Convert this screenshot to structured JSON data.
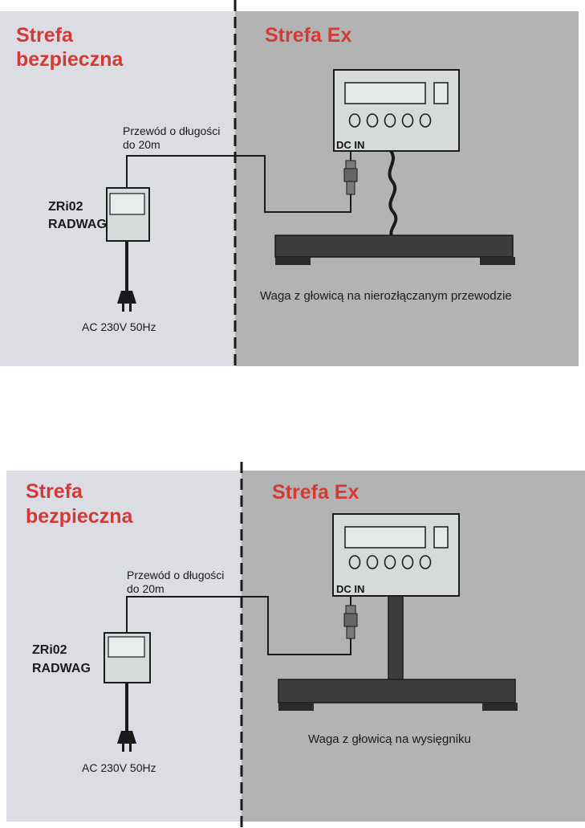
{
  "colors": {
    "safe_zone": "#dcdce3",
    "ex_zone": "#b3b3b3",
    "zone_title": "#d43a35",
    "device_fill": "#d6dad9",
    "platform": "#3d3d3d"
  },
  "panels": [
    {
      "safe_zone_title_line1": "Strefa",
      "safe_zone_title_line2": "bezpieczna",
      "ex_zone_title": "Strefa Ex",
      "cable_label_line1": "Przewód o długości",
      "cable_label_line2": "do 20m",
      "power_supply_line1": "ZRi02",
      "power_supply_line2": "RADWAG",
      "power_input": "AC 230V 50Hz",
      "dc_in": "DC IN",
      "caption": "Waga z głowicą na nierozłączanym przewodzie",
      "mount_icon": "coiled-cable-icon"
    },
    {
      "safe_zone_title_line1": "Strefa",
      "safe_zone_title_line2": "bezpieczna",
      "ex_zone_title": "Strefa Ex",
      "cable_label_line1": "Przewód o długości",
      "cable_label_line2": "do 20m",
      "power_supply_line1": "ZRi02",
      "power_supply_line2": "RADWAG",
      "power_input": "AC 230V 50Hz",
      "dc_in": "DC IN",
      "caption": "Waga z głowicą na wysięgniku",
      "mount_icon": "column-stand-icon"
    }
  ]
}
